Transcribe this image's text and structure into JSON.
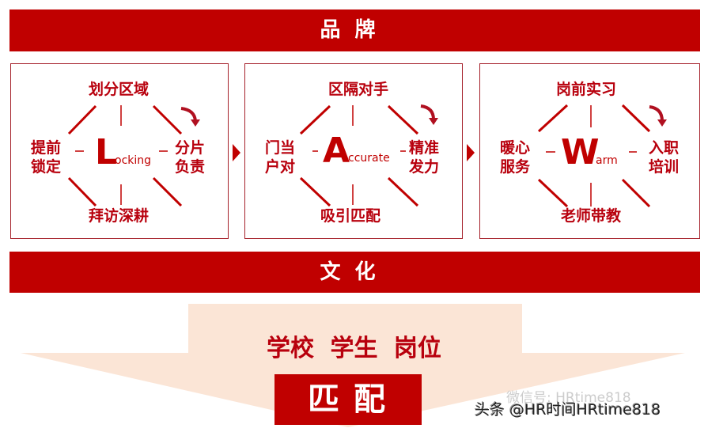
{
  "banners": {
    "top": "品牌",
    "middle": "文化"
  },
  "panels": [
    {
      "letter": "L",
      "word_rest": "ocking",
      "top": "划分区域",
      "bottom": "拜访深耕",
      "left": [
        "提前",
        "锁定"
      ],
      "right": [
        "分片",
        "负责"
      ]
    },
    {
      "letter": "A",
      "word_rest": "ccurate",
      "top": "区隔对手",
      "bottom": "吸引匹配",
      "left": [
        "门当",
        "户对"
      ],
      "right": [
        "精准",
        "发力"
      ]
    },
    {
      "letter": "W",
      "word_rest": "arm",
      "top": "岗前实习",
      "bottom": "老师带教",
      "left": [
        "暖心",
        "服务"
      ],
      "right": [
        "入职",
        "培训"
      ]
    }
  ],
  "funnel": {
    "text": "学校 学生 岗位",
    "result": "匹配"
  },
  "watermark": {
    "line1": "微信号: HRtime818",
    "line2": "头条 @HR时间HRtime818"
  },
  "colors": {
    "primary_red": "#c00000",
    "panel_border": "#a5202a",
    "funnel_fill": "#fbe5d6"
  }
}
